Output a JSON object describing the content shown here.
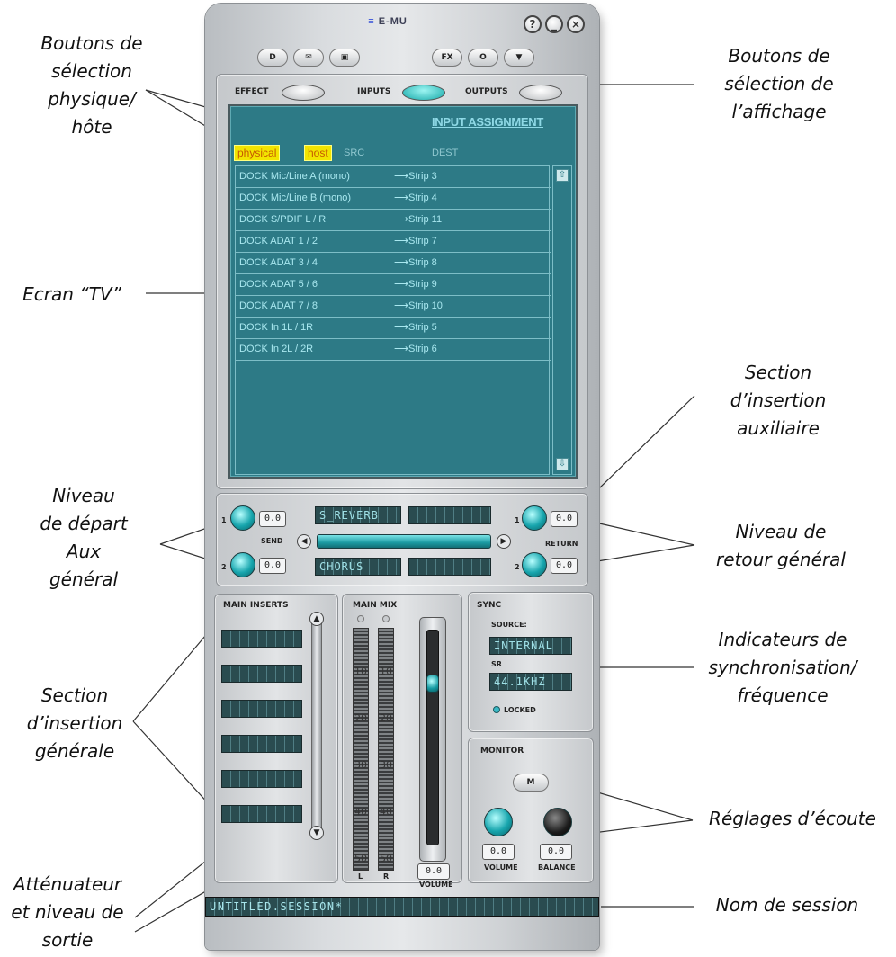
{
  "window": {
    "brand": "E-MU",
    "brand_mark": "≡",
    "help_icon": "?",
    "minimize_icon": "_",
    "close_icon": "×"
  },
  "toolbar": {
    "new_label": "D",
    "open_label": "✉",
    "save_label": "▣",
    "fx_label": "FX",
    "o_label": "O",
    "menu_label": "▼"
  },
  "view_select": {
    "effect_label": "EFFECT",
    "inputs_label": "INPUTS",
    "outputs_label": "OUTPUTS"
  },
  "tv": {
    "title": "INPUT ASSIGNMENT",
    "physical_tag": "physical",
    "host_tag": "host",
    "src_header": "SRC",
    "dest_header": "DEST",
    "arrow": "⟶",
    "rows": [
      {
        "src": "DOCK Mic/Line A (mono)",
        "dst": "Strip 3"
      },
      {
        "src": "DOCK Mic/Line B (mono)",
        "dst": "Strip 4"
      },
      {
        "src": "DOCK S/PDIF L / R",
        "dst": "Strip 11"
      },
      {
        "src": "DOCK ADAT 1 / 2",
        "dst": "Strip 7"
      },
      {
        "src": "DOCK ADAT 3 / 4",
        "dst": "Strip 8"
      },
      {
        "src": "DOCK ADAT 5 / 6",
        "dst": "Strip 9"
      },
      {
        "src": "DOCK ADAT 7 / 8",
        "dst": "Strip 10"
      },
      {
        "src": "DOCK In 1L / 1R",
        "dst": "Strip 5"
      },
      {
        "src": "DOCK In 2L / 2R",
        "dst": "Strip 6"
      }
    ],
    "scroll_up": "⇧",
    "scroll_down": "⇩"
  },
  "aux": {
    "send_label": "SEND",
    "return_label": "RETURN",
    "send1_value": "0.0",
    "send2_value": "0.0",
    "return1_value": "0.0",
    "return2_value": "0.0",
    "ch1": "1",
    "ch2": "2",
    "ch1r": "1",
    "ch2r": "2",
    "fx1_name": "S_REVERB",
    "fx2_name": "CHORUS",
    "left_arrow": "◀",
    "right_arrow": "▶"
  },
  "main_inserts": {
    "title": "MAIN INSERTS",
    "up": "▲",
    "down": "▼"
  },
  "main_mix": {
    "title": "MAIN MIX",
    "scale": [
      "10",
      "20",
      "30",
      "40",
      "50"
    ],
    "left_label": "L",
    "right_label": "R",
    "volume_value": "0.0",
    "volume_label": "VOLUME"
  },
  "sync": {
    "title": "SYNC",
    "source_label": "SOURCE:",
    "source_value": "INTERNAL",
    "sr_label": "SR",
    "sr_value": "44.1KHZ",
    "locked_label": "LOCKED"
  },
  "monitor": {
    "title": "MONITOR",
    "m_label": "M",
    "volume_value": "0.0",
    "balance_value": "0.0",
    "volume_label": "VOLUME",
    "balance_label": "BALANCE"
  },
  "session": {
    "name": "UNTITLED.SESSION*"
  },
  "callouts": {
    "host_select": [
      "Boutons de",
      "sélection",
      "physique/",
      "hôte"
    ],
    "view_select": [
      "Boutons de",
      "sélection de",
      "l’affichage"
    ],
    "tv_screen": [
      "Ecran “TV”"
    ],
    "aux_insert": [
      "Section",
      "d’insertion",
      "auxiliaire"
    ],
    "aux_send": [
      "Niveau",
      "de départ",
      "Aux",
      "général"
    ],
    "aux_return": [
      "Niveau de",
      "retour général"
    ],
    "sync_freq": [
      "Indicateurs de",
      "synchronisation/",
      "fréquence"
    ],
    "main_inserts": [
      "Section",
      "d’insertion",
      "générale"
    ],
    "monitor": [
      "Réglages d’écoute"
    ],
    "fader": [
      "Atténuateur",
      "et niveau de",
      "sortie"
    ],
    "session_name": [
      "Nom de session"
    ]
  }
}
